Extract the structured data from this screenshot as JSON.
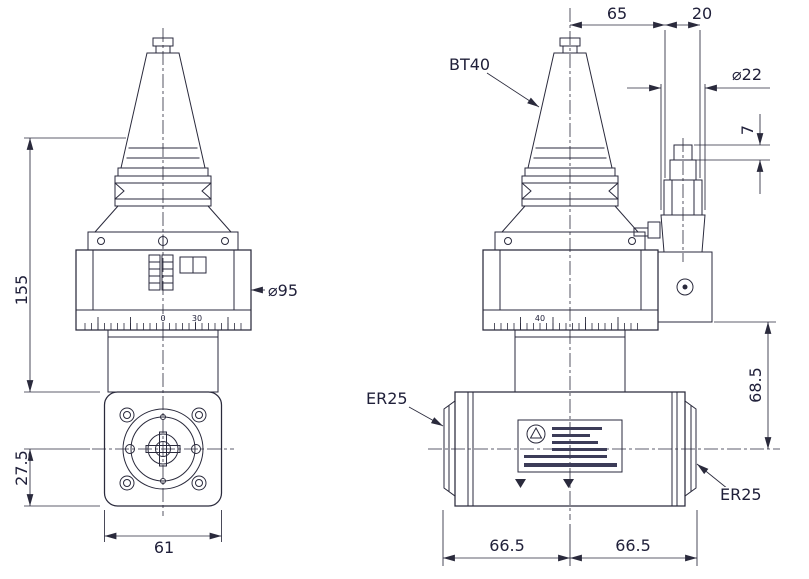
{
  "colors": {
    "line": "#2a2a3c",
    "text": "#20203a",
    "background": "#ffffff"
  },
  "drawing": {
    "front": {
      "dim_155": "155",
      "dim_27_5": "27.5",
      "dim_61": "61",
      "dia_95": "⌀95",
      "scale_zero": "0",
      "scale_thirty": "30"
    },
    "side": {
      "label_bt40": "BT40",
      "dim_65": "65",
      "dim_20": "20",
      "dia_22": "⌀22",
      "dim_7": "7",
      "dim_68_5": "68.5",
      "label_er25_left": "ER25",
      "label_er25_right": "ER25",
      "dim_66_5_left": "66.5",
      "dim_66_5_right": "66.5",
      "scale_forty": "40"
    }
  }
}
